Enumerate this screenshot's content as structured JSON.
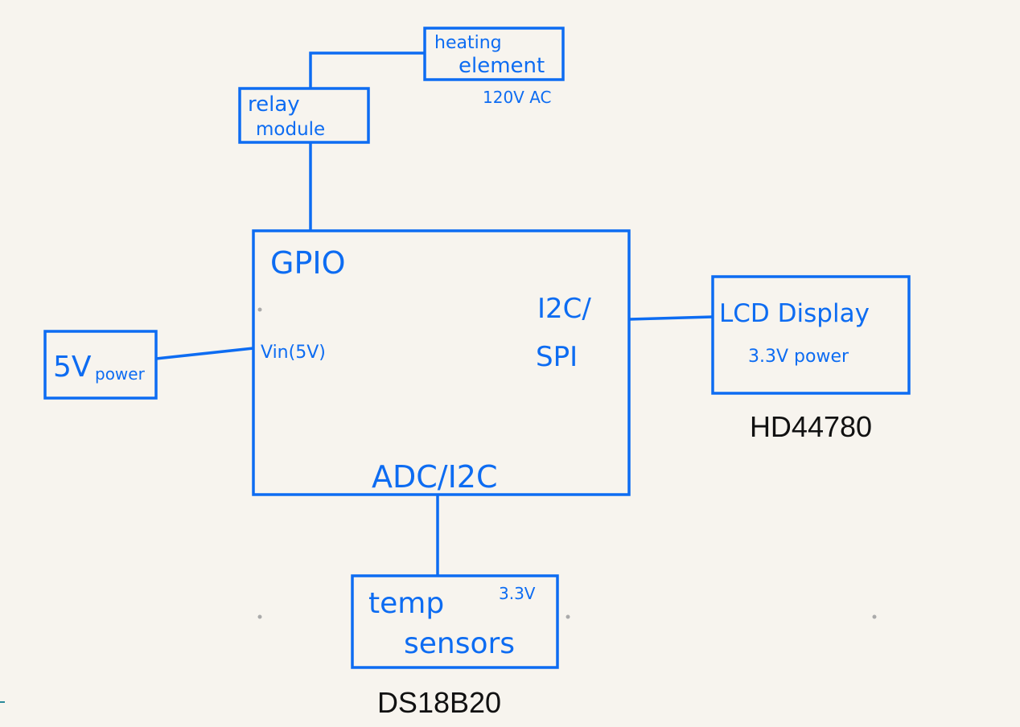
{
  "diagram": {
    "ink_color": "#0d6cf2",
    "background": "#f7f4ee",
    "nodes": {
      "heating": {
        "line1": "heating",
        "line2": "element",
        "note": "120V AC"
      },
      "relay": {
        "line1": "relay",
        "line2": "module"
      },
      "controller": {
        "gpio": "GPIO",
        "vin": "Vin(5V)",
        "i2c_spi_1": "I2C/",
        "i2c_spi_2": "SPI",
        "adc": "ADC/I2C"
      },
      "power": {
        "main": "5V",
        "sub": "power"
      },
      "lcd": {
        "line1": "LCD Display",
        "line2": "3.3V power",
        "part": "HD44780"
      },
      "temp": {
        "line1": "temp",
        "line2": "sensors",
        "note": "3.3V",
        "part": "DS18B20"
      }
    },
    "connections": [
      [
        "relay",
        "heating"
      ],
      [
        "relay",
        "controller"
      ],
      [
        "power",
        "controller"
      ],
      [
        "controller",
        "lcd"
      ],
      [
        "controller",
        "temp"
      ]
    ]
  }
}
